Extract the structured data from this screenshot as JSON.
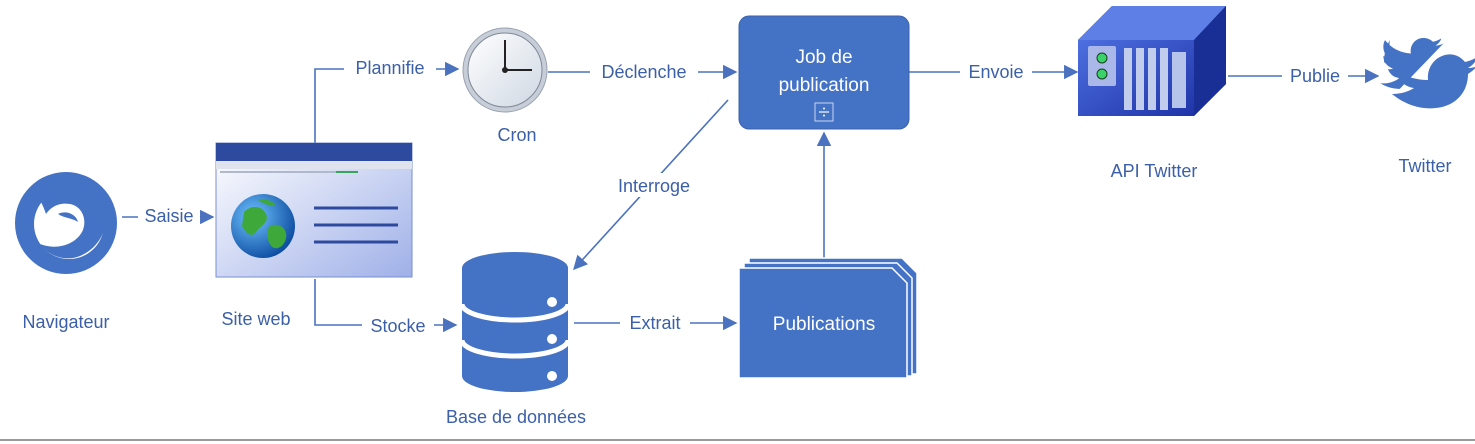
{
  "nodes": {
    "navigateur": "Navigateur",
    "site_web": "Site web",
    "cron": "Cron",
    "job_line1": "Job de",
    "job_line2": "publication",
    "base": "Base de données",
    "publications": "Publications",
    "api_twitter": "API Twitter",
    "twitter": "Twitter"
  },
  "edges": {
    "saisie": "Saisie",
    "plannifie": "Plannifie",
    "declenche": "Déclenche",
    "envoie": "Envoie",
    "publie": "Publie",
    "interroge": "Interroge",
    "stocke": "Stocke",
    "extrait": "Extrait"
  },
  "colors": {
    "primary": "#4472c4",
    "text": "#3b5fa8",
    "line": "#4a72bf"
  }
}
